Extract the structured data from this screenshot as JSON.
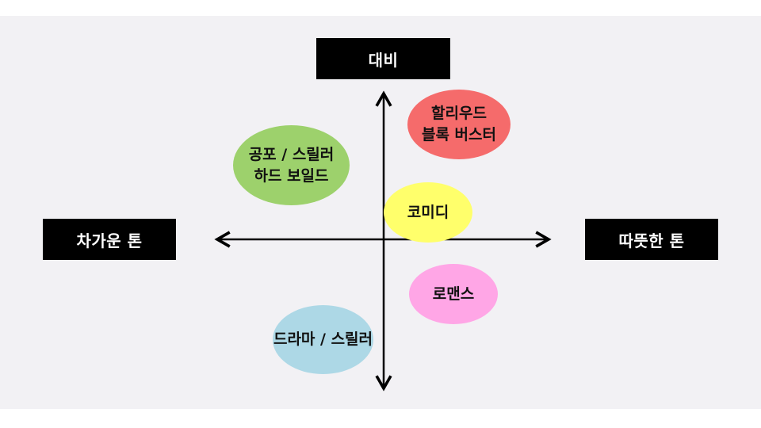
{
  "axes": {
    "top": "대비",
    "left": "차가운 톤",
    "right": "따뜻한 톤"
  },
  "bubbles": {
    "horror": {
      "lines": [
        "공포 / 스릴러",
        "하드 보일드"
      ],
      "color": "#9dd16c"
    },
    "hollywood": {
      "lines": [
        "할리우드",
        "블록 버스터"
      ],
      "color": "#f56b6b"
    },
    "comedy": {
      "lines": [
        "코미디"
      ],
      "color": "#ffff6b"
    },
    "romance": {
      "lines": [
        "로맨스"
      ],
      "color": "#ffa6e6"
    },
    "drama": {
      "lines": [
        "드라마 / 스릴러"
      ],
      "color": "#add8e6"
    }
  },
  "colors": {
    "background": "#f2f1f4",
    "label_bg": "#000000",
    "label_text": "#ffffff",
    "axis": "#000000"
  }
}
